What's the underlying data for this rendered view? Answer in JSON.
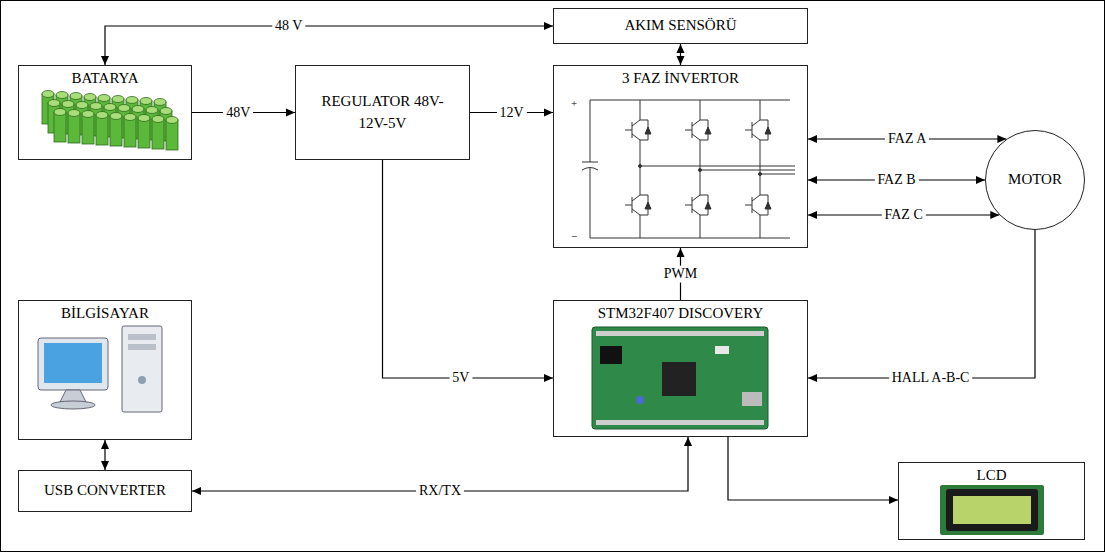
{
  "diagram": {
    "nodes": [
      {
        "text": [
          "AKIM SENSÖRÜ"
        ]
      },
      {
        "text": [
          "BATARYA"
        ]
      },
      {
        "text": [
          "REGULATOR 48V-12V-5V"
        ]
      },
      {
        "text": [
          "3 FAZ İNVERTOR"
        ]
      },
      {
        "text": [
          "MOTOR"
        ]
      },
      {
        "text": [
          "BİLGİSAYAR"
        ]
      },
      {
        "text": [
          "STM32F407 DISCOVERY"
        ]
      },
      {
        "text": [
          "USB CONVERTER"
        ]
      },
      {
        "text": [
          "LCD"
        ]
      }
    ],
    "edges": [
      {
        "from": 1,
        "to": 0,
        "label": "48 V",
        "arrow": "both"
      },
      {
        "from": 1,
        "to": 2,
        "label": "48V",
        "arrow": "to"
      },
      {
        "from": 2,
        "to": 3,
        "label": "12V",
        "arrow": "to"
      },
      {
        "from": 0,
        "to": 3,
        "arrow": "both"
      },
      {
        "from": 3,
        "to": 4,
        "label": "FAZ A",
        "arrow": "both"
      },
      {
        "from": 3,
        "to": 4,
        "label": "FAZ B",
        "arrow": "both"
      },
      {
        "from": 3,
        "to": 4,
        "label": "FAZ C",
        "arrow": "both"
      },
      {
        "from": 6,
        "to": 3,
        "label": "PWM",
        "arrow": "to"
      },
      {
        "from": 4,
        "to": 6,
        "label": "HALL A-B-C",
        "arrow": "to"
      },
      {
        "from": 2,
        "to": 6,
        "label": "5V",
        "arrow": "to"
      },
      {
        "from": 5,
        "to": 7,
        "arrow": "both"
      },
      {
        "from": 7,
        "to": 6,
        "label": "RX/TX",
        "arrow": "both"
      },
      {
        "from": 6,
        "to": 8,
        "arrow": "to"
      }
    ],
    "labels": [
      "+",
      "−"
    ]
  }
}
